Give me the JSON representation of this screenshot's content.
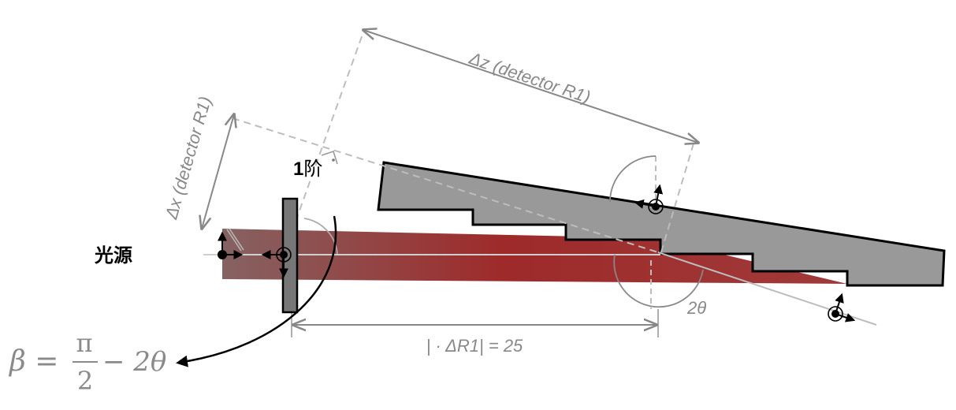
{
  "labels": {
    "source": "光源",
    "order": "1",
    "order_suffix": "阶",
    "delta_z": "Δz (detector R1)",
    "delta_x": "Δx (detector R1)",
    "delta_r": "| · ΔR1| = 25",
    "two_theta": "2θ",
    "beta": "β = ",
    "beta_num": "π",
    "beta_den": "2",
    "beta_tail": "− 2θ"
  },
  "colors": {
    "beam_start": "#8a6060",
    "beam_end": "#a52a2a",
    "detector_fill": "#999999",
    "outline": "#000000",
    "dimension": "#888888",
    "beam_axis": "#cccccc"
  },
  "icons": [
    "coordinate-frame-icon",
    "grating-icon",
    "arc-arrow-icon",
    "right-angle-icon"
  ]
}
